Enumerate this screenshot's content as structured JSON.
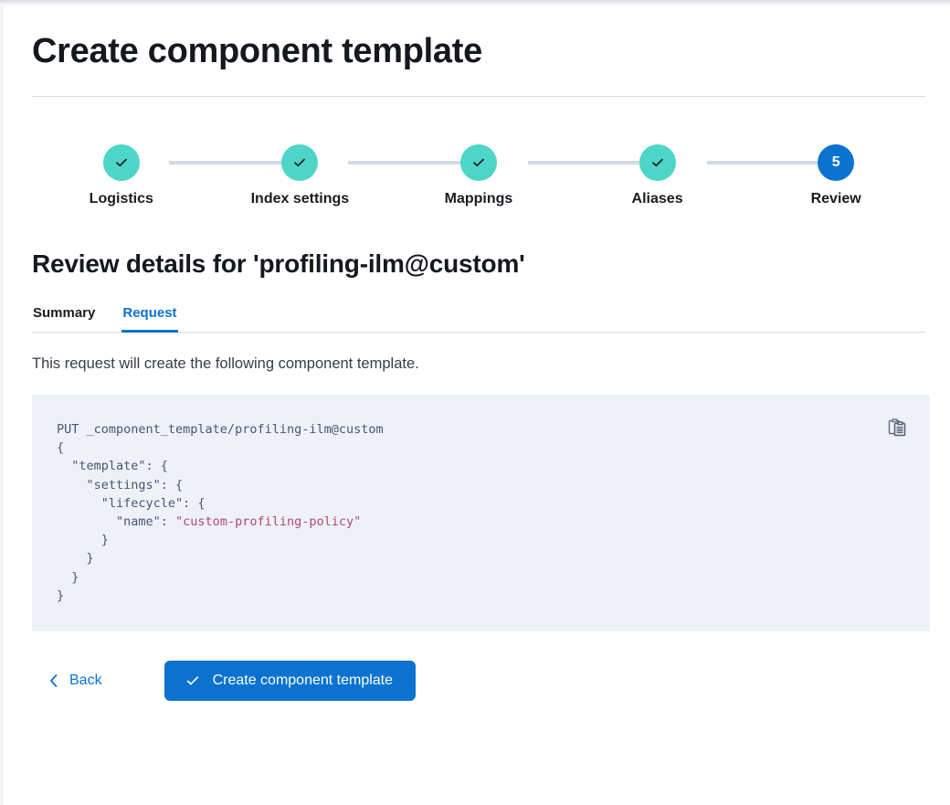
{
  "page": {
    "title": "Create component template"
  },
  "stepper": {
    "steps": [
      {
        "label": "Logistics",
        "state": "complete",
        "number": "1",
        "icon": "check-icon"
      },
      {
        "label": "Index settings",
        "state": "complete",
        "number": "2",
        "icon": "check-icon"
      },
      {
        "label": "Mappings",
        "state": "complete",
        "number": "3",
        "icon": "check-icon"
      },
      {
        "label": "Aliases",
        "state": "complete",
        "number": "4",
        "icon": "check-icon"
      },
      {
        "label": "Review",
        "state": "current",
        "number": "5",
        "icon": ""
      }
    ],
    "complete_color": "#4dd5c7",
    "current_color": "#0b73cf",
    "connector_color": "#d3dae6"
  },
  "review": {
    "heading": "Review details for 'profiling-ilm@custom'",
    "tabs": [
      {
        "label": "Summary",
        "active": false
      },
      {
        "label": "Request",
        "active": true
      }
    ],
    "description": "This request will create the following component template.",
    "accent_color": "#0b73cf"
  },
  "code": {
    "copy_icon": "copy-clipboard-icon",
    "lines": [
      "PUT _component_template/profiling-ilm@custom",
      "{",
      "  \"template\": {",
      "    \"settings\": {",
      "      \"lifecycle\": {",
      "        \"name\": ",
      "      }",
      "    }",
      "  }",
      "}"
    ],
    "request_method": "PUT",
    "request_path": "_component_template/profiling-ilm@custom",
    "policy_name_key": "\"name\"",
    "policy_name_value": "\"custom-profiling-policy\"",
    "body_text": "PUT _component_template/profiling-ilm@custom\n{\n  \"template\": {\n    \"settings\": {\n      \"lifecycle\": {\n        \"name\": ",
    "body_tail": "\n      }\n    }\n  }\n}",
    "string_color": "#b0496b",
    "background": "#eff1f9"
  },
  "footer": {
    "back_label": "Back",
    "back_icon": "chevron-left-icon",
    "submit_label": "Create component template",
    "submit_icon": "check-icon"
  }
}
